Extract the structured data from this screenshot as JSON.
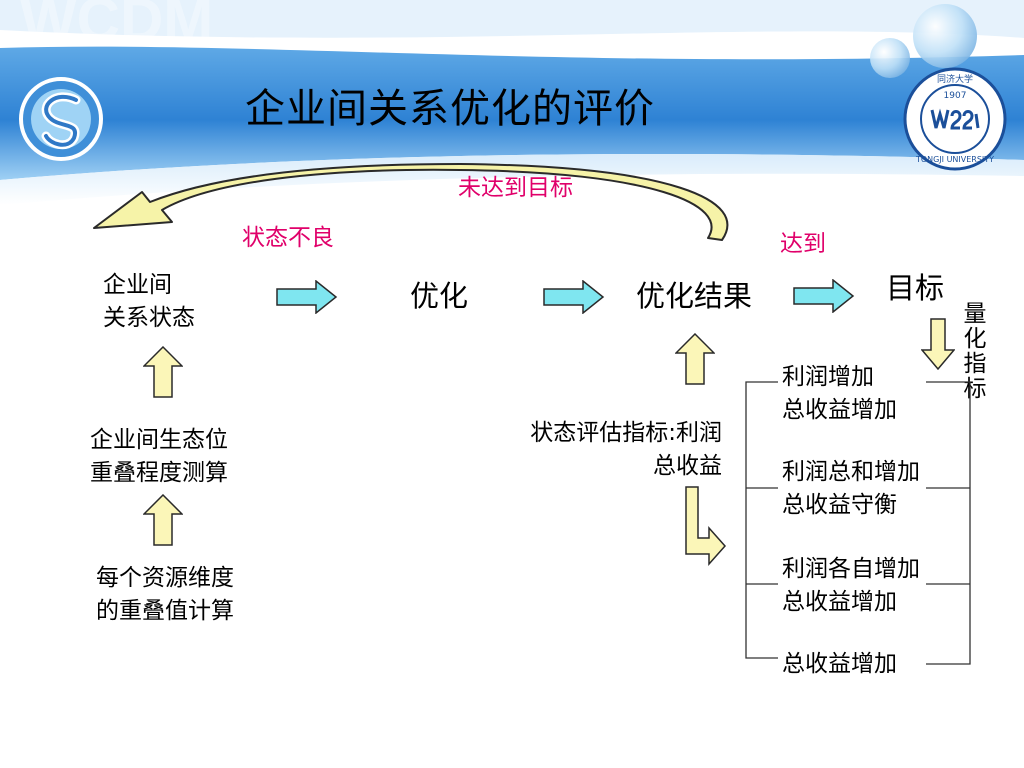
{
  "title": "企业间关系优化的评价",
  "labels": {
    "not_reached": "未达到目标",
    "bad_state": "状态不良",
    "reached": "达到"
  },
  "nodes": {
    "state_line1": "企业间",
    "state_line2": "关系状态",
    "optimize": "优化",
    "result": "优化结果",
    "goal": "目标",
    "niche_line1": "企业间生态位",
    "niche_line2": "重叠程度测算",
    "overlap_line1": "每个资源维度",
    "overlap_line2": "的重叠值计算",
    "indicator_line1": "状态评估指标:利润",
    "indicator_line2": "总收益"
  },
  "quantified_label": [
    "量",
    "化",
    "指",
    "标"
  ],
  "outcomes": [
    {
      "line1": "利润增加",
      "line2": "总收益增加"
    },
    {
      "line1": "利润总和增加",
      "line2": "总收益守衡"
    },
    {
      "line1": "利润各自增加",
      "line2": "总收益增加"
    },
    {
      "line1": "总收益增加",
      "line2": ""
    }
  ],
  "university_logo": {
    "year": "1907",
    "name": "TONGJI UNIVERSITY",
    "chinese": "同济大学"
  },
  "colors": {
    "header_blue": "#2f7fd0",
    "loop_arrow": "#f6f3a8",
    "right_arrow": "#7fe6f0",
    "up_arrow": "#fbf6b8",
    "red_text": "#e0006a"
  }
}
